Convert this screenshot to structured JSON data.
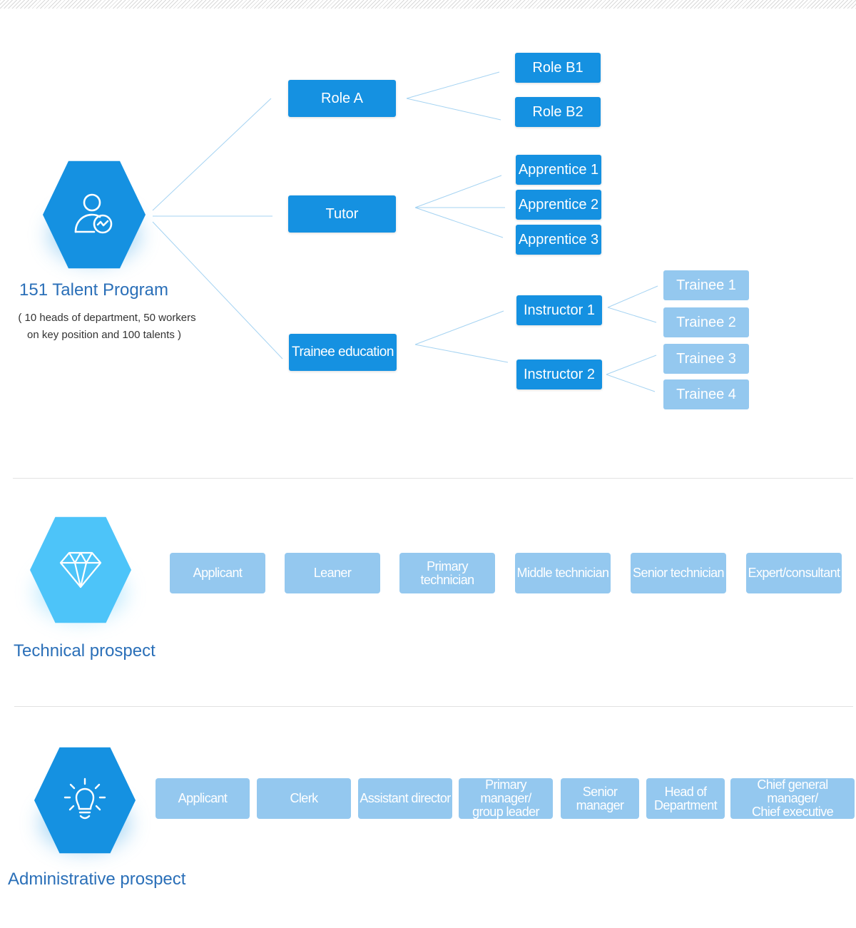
{
  "program": {
    "title": "151 Talent Program",
    "subtitle_line1": "( 10 heads of department, 50 workers",
    "subtitle_line2": "on key position and 100 talents )",
    "icon": "user-chart-icon",
    "branches": {
      "role_a": {
        "label": "Role A",
        "children": [
          "Role B1",
          "Role B2"
        ]
      },
      "tutor": {
        "label": "Tutor",
        "children": [
          "Apprentice 1",
          "Apprentice 2",
          "Apprentice 3"
        ]
      },
      "trainee_education": {
        "label": "Trainee education",
        "instructors": [
          {
            "label": "Instructor 1",
            "trainees": [
              "Trainee 1",
              "Trainee 2"
            ]
          },
          {
            "label": "Instructor 2",
            "trainees": [
              "Trainee 3",
              "Trainee 4"
            ]
          }
        ]
      }
    }
  },
  "technical": {
    "title": "Technical prospect",
    "icon": "diamond-icon",
    "steps": [
      "Applicant",
      "Leaner",
      "Primary technician",
      "Middle technician",
      "Senior technician",
      "Expert/consultant"
    ]
  },
  "administrative": {
    "title": "Administrative prospect",
    "icon": "lightbulb-icon",
    "steps": [
      "Applicant",
      "Clerk",
      "Assistant director",
      [
        "Primary manager/",
        "group leader"
      ],
      [
        "Senior",
        "manager"
      ],
      [
        "Head of",
        "Department"
      ],
      [
        "Chief general manager/",
        "Chief executive"
      ]
    ]
  },
  "colors": {
    "dark_blue": "#1591e1",
    "light_blue": "#94c8ef",
    "cyan": "#4dc4f9",
    "title_blue": "#2a6fb8",
    "connector": "#a5d3f2"
  }
}
